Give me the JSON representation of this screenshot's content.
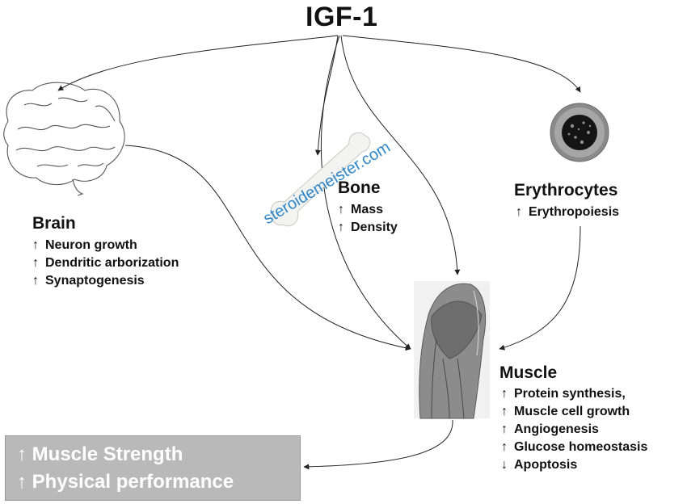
{
  "title": "IGF-1",
  "brain": {
    "label": "Brain",
    "effects": [
      {
        "dir": "up",
        "symbol": "↑",
        "text": "Neuron growth"
      },
      {
        "dir": "up",
        "symbol": "↑",
        "text": "Dendritic arborization"
      },
      {
        "dir": "up",
        "symbol": "↑",
        "text": "Synaptogenesis"
      }
    ]
  },
  "bone": {
    "label": "Bone",
    "effects": [
      {
        "dir": "up",
        "symbol": "↑",
        "text": "Mass"
      },
      {
        "dir": "up",
        "symbol": "↑",
        "text": "Density"
      }
    ]
  },
  "erythrocytes": {
    "label": "Erythrocytes",
    "effects": [
      {
        "dir": "up",
        "symbol": "↑",
        "text": "Erythropoiesis"
      }
    ]
  },
  "muscle": {
    "label": "Muscle",
    "effects": [
      {
        "dir": "up",
        "symbol": "↑",
        "text": "Protein synthesis,"
      },
      {
        "dir": "up",
        "symbol": "↑",
        "text": "Muscle cell growth"
      },
      {
        "dir": "up",
        "symbol": "↑",
        "text": "Angiogenesis"
      },
      {
        "dir": "up",
        "symbol": "↑",
        "text": "Glucose homeostasis"
      },
      {
        "dir": "down",
        "symbol": "↓",
        "text": "Apoptosis"
      }
    ]
  },
  "outcome": {
    "lines": [
      {
        "symbol": "↑",
        "text": "Muscle Strength"
      },
      {
        "symbol": "↑",
        "text": "Physical performance"
      }
    ]
  },
  "watermark": "steroidemeister.com",
  "colors": {
    "outcome_bg": "#b9b9b9",
    "watermark": "#2f86c8",
    "line": "#222222"
  }
}
